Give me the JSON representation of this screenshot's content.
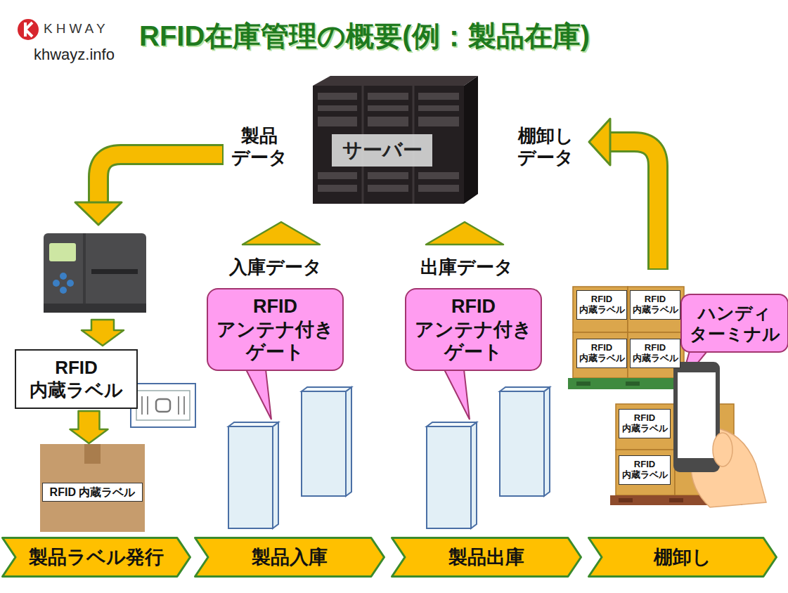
{
  "diagram": {
    "title": "RFID在庫管理の概要(例：製品在庫)",
    "nodes": [
      {
        "text": [
          "サーバー"
        ]
      },
      {
        "text": [
          "RFID 内蔵ラベル"
        ]
      },
      {
        "text": [
          "RFID アンテナ付き ゲート"
        ]
      },
      {
        "text": [
          "RFID アンテナ付き ゲート"
        ]
      },
      {
        "text": [
          "RFID 内蔵ラベル"
        ]
      },
      {
        "text": [
          "RFID 内蔵ラベル"
        ]
      },
      {
        "text": [
          "ハンディ ターミナル"
        ]
      },
      {
        "text": [
          "RFID 内蔵ラベル"
        ]
      },
      {
        "text": [
          "RFID 内蔵ラベル"
        ]
      },
      {
        "text": [
          "RFID 内蔵ラベル"
        ]
      },
      {
        "text": [
          "RFID 内蔵ラベル"
        ]
      },
      {
        "text": [
          "RFID 内蔵ラベル"
        ]
      },
      {
        "text": [
          "製品ラベル発行"
        ]
      },
      {
        "text": [
          "製品入庫"
        ]
      },
      {
        "text": [
          "製品出庫"
        ]
      },
      {
        "text": [
          "棚卸し"
        ]
      }
    ],
    "edges": [
      {
        "from": 1,
        "to": 9,
        "arrow": "to"
      }
    ],
    "labels": [
      "KHWAY",
      "khwayz.info",
      "製品 データ",
      "棚卸し データ",
      "入庫データ",
      "出庫データ"
    ]
  }
}
